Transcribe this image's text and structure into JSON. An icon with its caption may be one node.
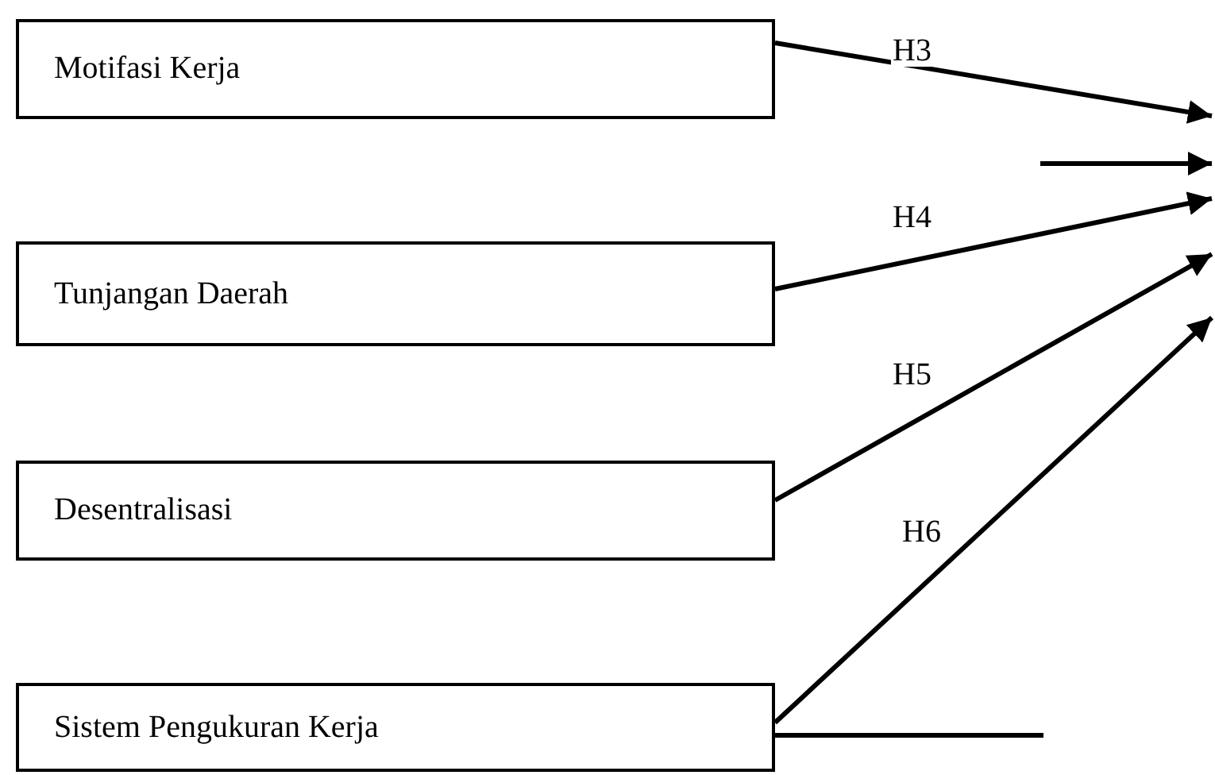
{
  "diagram": {
    "nodes": [
      {
        "text": [
          "Motifasi Kerja"
        ]
      },
      {
        "text": [
          "Tunjangan Daerah"
        ]
      },
      {
        "text": [
          "Desentralisasi"
        ]
      },
      {
        "text": [
          "Sistem Pengukuran Kerja"
        ]
      }
    ],
    "edges": [
      {
        "from": 0,
        "to": null,
        "arrow": "to",
        "label": "H3"
      },
      {
        "from": 1,
        "to": null,
        "arrow": "to",
        "label": "H4"
      },
      {
        "from": 2,
        "to": null,
        "arrow": "to",
        "label": "H5"
      },
      {
        "from": 3,
        "to": null,
        "arrow": "to",
        "label": "H6"
      },
      {
        "from": 3,
        "to": null,
        "arrow": "none"
      }
    ]
  }
}
